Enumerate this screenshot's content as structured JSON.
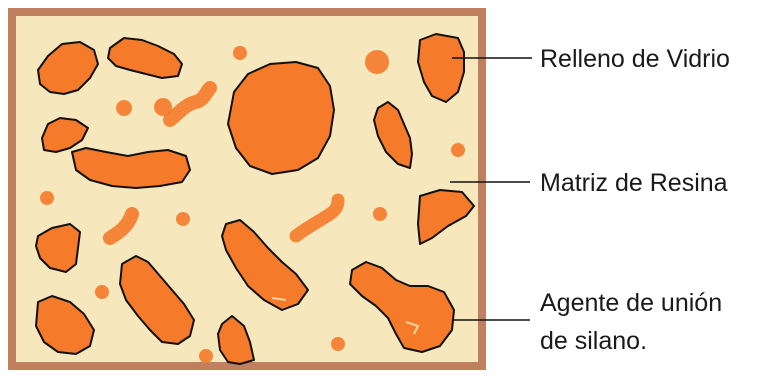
{
  "labels": {
    "glass_filler": "Relleno de Vidrio",
    "resin_matrix": "Matriz de Resina",
    "silane_line1": "Agente de unión",
    "silane_line2": "de silano."
  },
  "colors": {
    "frame": "#c08060",
    "matrix": "#f6e8bc",
    "particle": "#f57a2a",
    "outline": "#111111",
    "leader": "#111111",
    "text": "#1a1a1a"
  }
}
